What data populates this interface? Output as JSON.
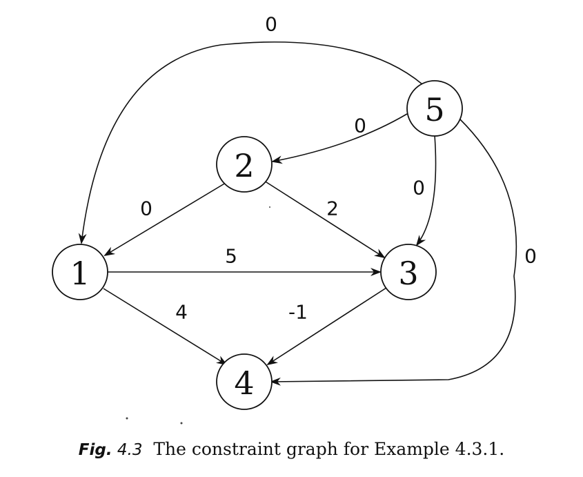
{
  "nodes": [
    {
      "id": "1",
      "label": "1"
    },
    {
      "id": "2",
      "label": "2"
    },
    {
      "id": "3",
      "label": "3"
    },
    {
      "id": "4",
      "label": "4"
    },
    {
      "id": "5",
      "label": "5"
    }
  ],
  "edges": [
    {
      "from": "2",
      "to": "1",
      "weight": "0"
    },
    {
      "from": "2",
      "to": "3",
      "weight": "2"
    },
    {
      "from": "1",
      "to": "3",
      "weight": "5"
    },
    {
      "from": "1",
      "to": "4",
      "weight": "4"
    },
    {
      "from": "3",
      "to": "4",
      "weight": "-1"
    },
    {
      "from": "5",
      "to": "2",
      "weight": "0"
    },
    {
      "from": "5",
      "to": "3",
      "weight": "0"
    },
    {
      "from": "5",
      "to": "1",
      "weight": "0"
    },
    {
      "from": "5",
      "to": "4",
      "weight": "0"
    }
  ],
  "caption": {
    "fig_word": "Fig.",
    "fig_number": "4.3",
    "text": "The constraint graph for Example 4.3.1."
  }
}
